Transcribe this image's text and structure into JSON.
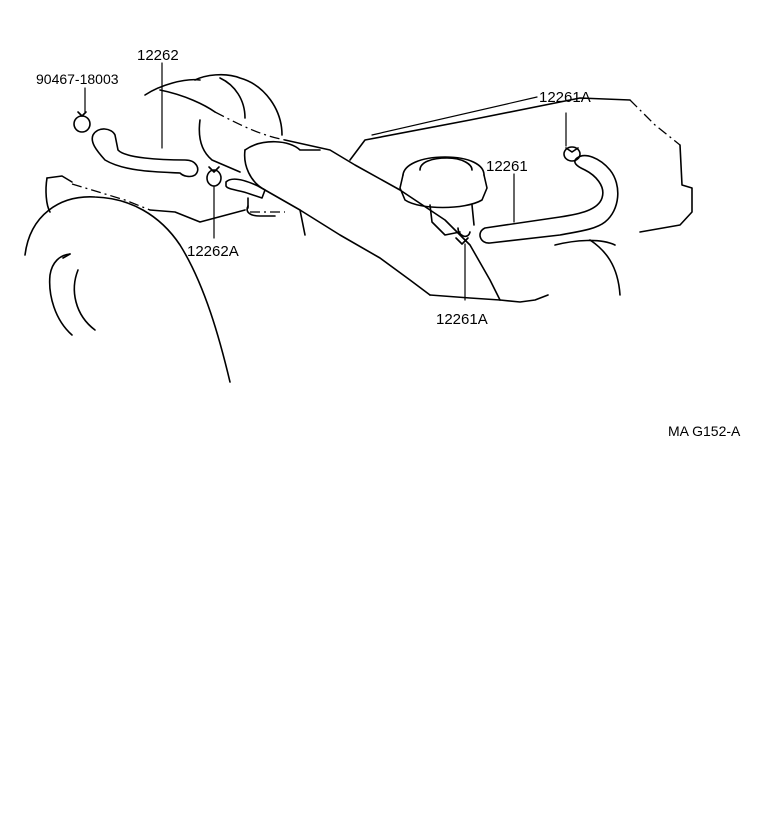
{
  "labels": {
    "part_12262": "12262",
    "part_90467": "90467-18003",
    "part_12262A": "12262A",
    "part_12261A_top": "12261A",
    "part_12261": "12261",
    "part_12261A_bottom": "12261A",
    "figure_code": "MA G152-A"
  }
}
